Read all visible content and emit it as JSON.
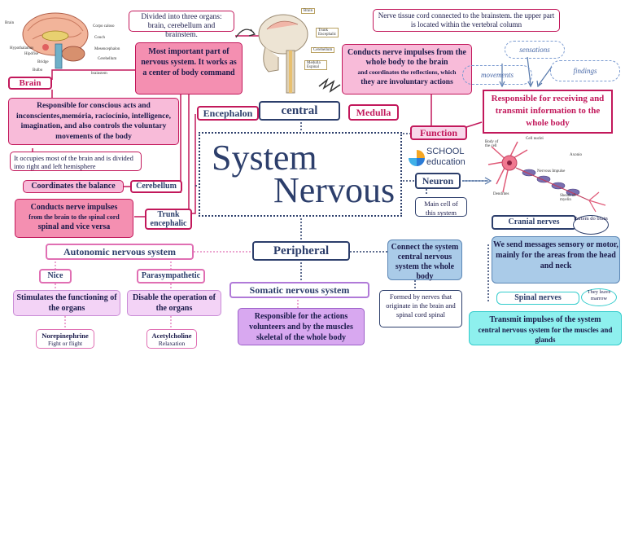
{
  "center": {
    "line1": "System",
    "line2": "Nervous"
  },
  "logo": {
    "line1": "SCHOOL",
    "line2": "education"
  },
  "brain_figure": {
    "labels": [
      "Corpo caloso",
      "Brain",
      "Couch",
      "Hypothalamus",
      "Hipófise",
      "Mesencephalon",
      "Bridge",
      "Cerebellum",
      "Bulbo",
      "brainstem"
    ]
  },
  "skull_figure": {
    "labels": [
      "Brain",
      "Trunk Encephalic",
      "Cerebellum",
      "Medulla Espinal"
    ]
  },
  "neuron_figure": {
    "labels": [
      "Body of the cell",
      "Cell nuclei",
      "Axonio",
      "Nervous Impulse",
      "Dendrites",
      "Sheath of myelin"
    ]
  },
  "nodes": {
    "divided": "Divided into three organs: brain, cerebellum and brainstem.",
    "most_important": "Most important part of nervous system. It works as a center of body command",
    "brain": "Brain",
    "encephalon": "Encephalon",
    "central": "central",
    "medulla": "Medulla",
    "nerve_tissue": "Nerve tissue cord connected to the brainstem. the upper part is located within the vertebral column",
    "medulla_desc_1": "Conducts nerve impulses from the whole body to the brain",
    "medulla_desc_2": "and coordinates the reflections, which",
    "medulla_desc_3": "they are involuntary actions",
    "cloud_sensations": "sensations",
    "cloud_findings": "findings",
    "cloud_movements": "movements",
    "function": "Function",
    "function_desc": "Responsible for receiving and transmit information to the whole body",
    "brain_desc": "Responsible for conscious acts and inconscientes,memória, raciocínio, intelligence, imagination, and also controls the voluntary movements of the body",
    "brain_hemisphere": "It occupies most of the brain and is divided into right and left hemisphere",
    "coordinates_balance": "Coordinates the balance",
    "cerebellum": "Cerebellum",
    "trunk_desc_1": "Conducts nerve impulses",
    "trunk_desc_2": "from the brain to the spinal cord",
    "trunk_desc_3": "spinal and vice versa",
    "trunk": "Trunk encephalic",
    "neuron": "Neuron",
    "main_cell": "Main cell of this system",
    "cranial": "Cranial nerves",
    "cranial_note": "Partem do brain",
    "cranial_desc": "We send messages sensory or motor, mainly for the areas from the head and neck",
    "spinal": "Spinal nerves",
    "spinal_note": "They leave marrow",
    "spinal_desc_1": "Transmit impulses of the system",
    "spinal_desc_2": "central nervous system for the muscles and glands",
    "peripheral": "Peripheral",
    "connect": "Connect the system central nervous system the whole body",
    "formed": "Formed by nerves that originate in the brain and spinal cord spinal",
    "autonomic": "Autonomic nervous system",
    "nice": "Nice",
    "parasympathetic": "Parasympathetic",
    "stimulates": "Stimulates the functioning of the organs",
    "disable": "Disable the operation of the organs",
    "norepinephrine_1": "Norepinephrine",
    "norepinephrine_2": "Fight or flight",
    "acetylcholine_1": "Acetylcholine",
    "acetylcholine_2": "Relaxation",
    "somatic": "Somatic nervous system",
    "somatic_desc": "Responsible for the actions volunteers and by the muscles skeletal of the whole body"
  },
  "colors": {
    "navy": "#2c3e6b",
    "magenta": "#c2185b",
    "pink": "#f48fb1",
    "blue": "#aacbe8",
    "cyan": "#8ef0ee",
    "violet": "#d8a8f0"
  }
}
